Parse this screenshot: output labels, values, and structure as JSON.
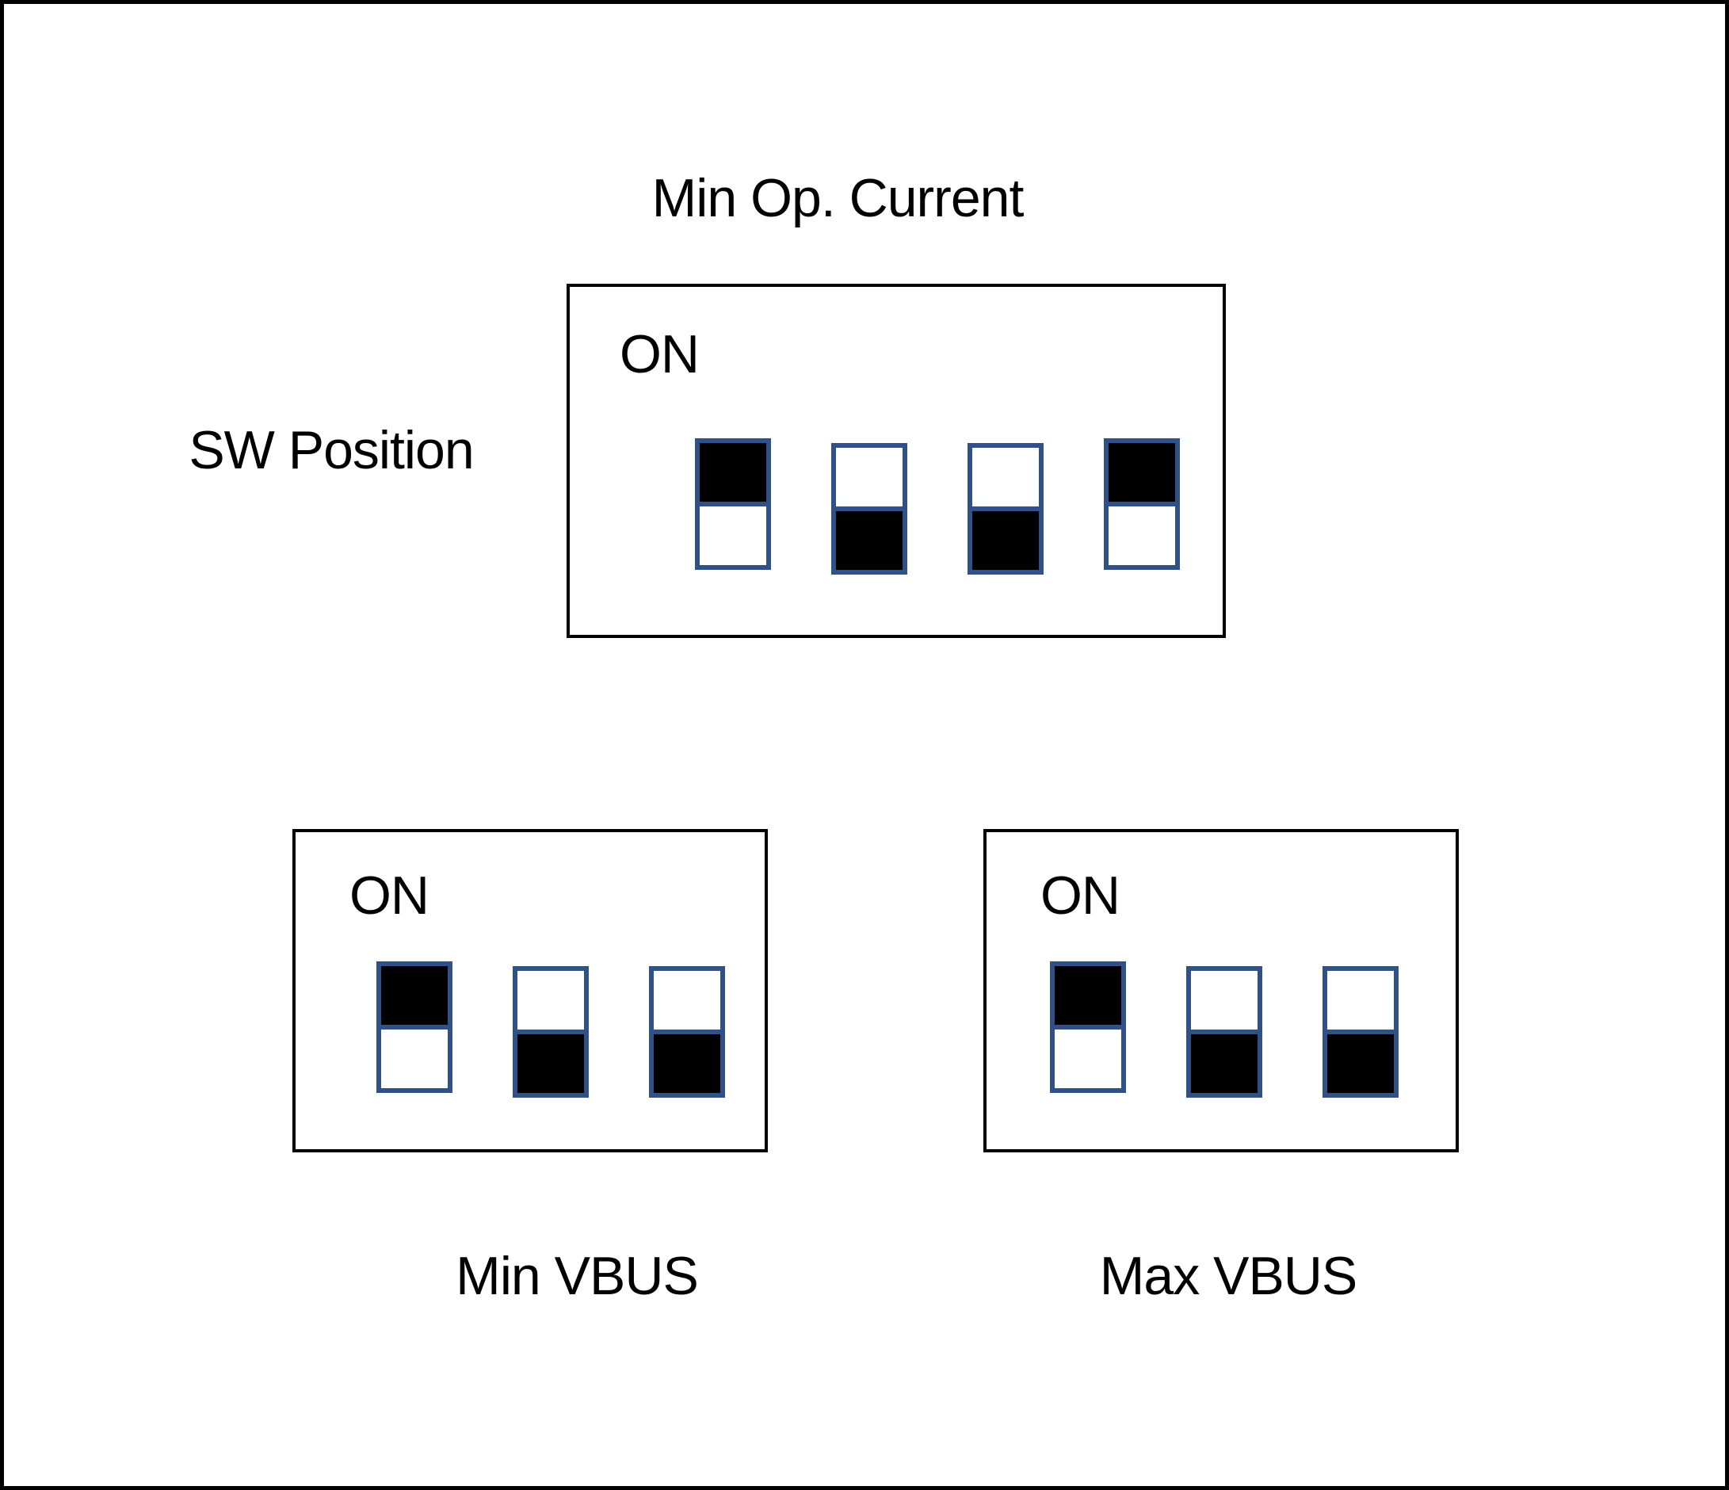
{
  "figure": {
    "title": "Min Op. Current",
    "row_label": "SW Position",
    "panels": [
      {
        "id": "min-op-current",
        "on_label": "ON",
        "switches": [
          "on",
          "off",
          "off",
          "on"
        ]
      },
      {
        "id": "min-vbus",
        "caption": "Min VBUS",
        "on_label": "ON",
        "switches": [
          "on",
          "off",
          "off"
        ]
      },
      {
        "id": "max-vbus",
        "caption": "Max VBUS",
        "on_label": "ON",
        "switches": [
          "on",
          "off",
          "off"
        ]
      }
    ],
    "colors": {
      "switch_outline": "#2F5188",
      "switch_fill": "#000000",
      "panel_border": "#000000",
      "page_border": "#000000",
      "background": "#FFFFFF",
      "text": "#000000"
    }
  }
}
